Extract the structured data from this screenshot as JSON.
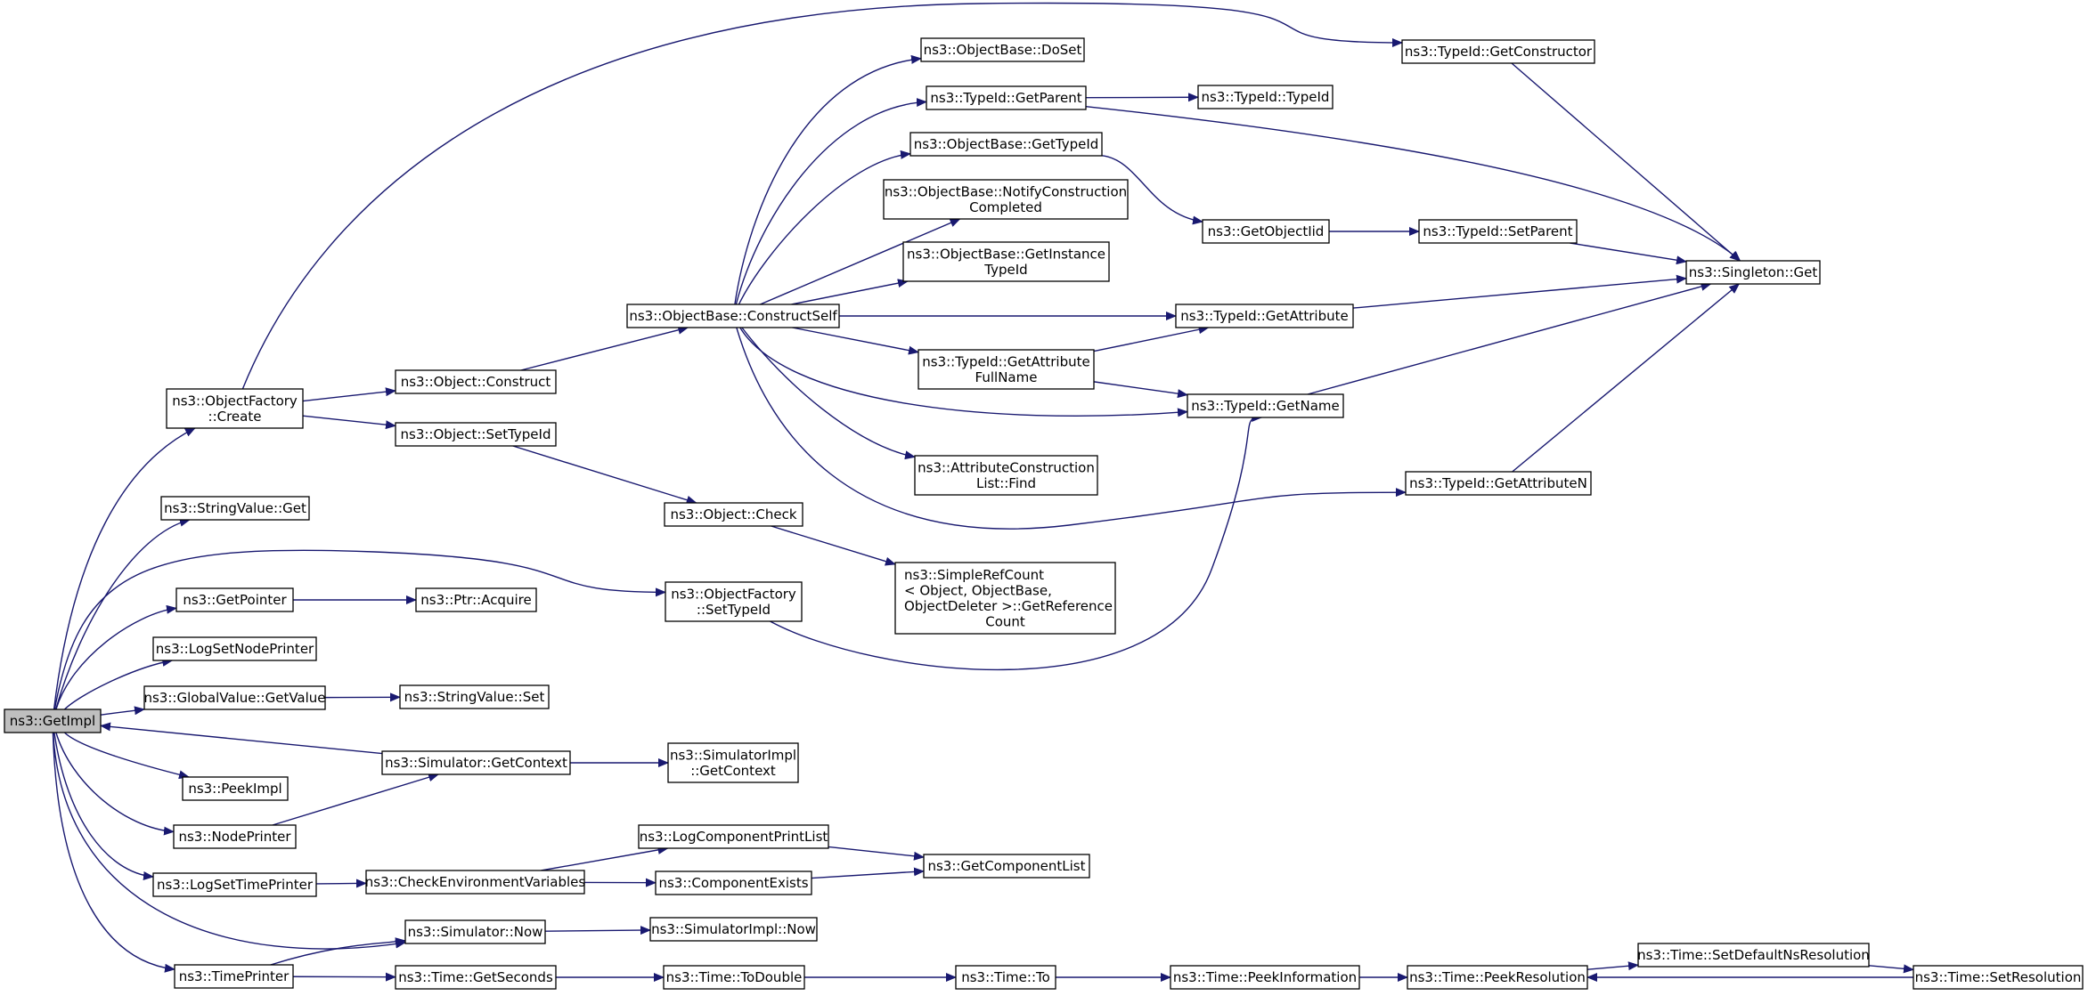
{
  "colors": {
    "edge": "#191970",
    "node_border": "#000000",
    "node_fill": "#ffffff",
    "root_fill": "#bfbfbf",
    "text": "#000000"
  },
  "nodes": [
    {
      "id": "getimpl",
      "lines": [
        "ns3::GetImpl"
      ],
      "root": true
    },
    {
      "id": "objfactory_create",
      "lines": [
        "ns3::ObjectFactory",
        "::Create"
      ]
    },
    {
      "id": "stringvalue_get",
      "lines": [
        "ns3::StringValue::Get"
      ]
    },
    {
      "id": "getpointer",
      "lines": [
        "ns3::GetPointer"
      ]
    },
    {
      "id": "logsetnodeprinter",
      "lines": [
        "ns3::LogSetNodePrinter"
      ]
    },
    {
      "id": "globalvalue_getvalue",
      "lines": [
        "ns3::GlobalValue::GetValue"
      ]
    },
    {
      "id": "peekimpl",
      "lines": [
        "ns3::PeekImpl"
      ]
    },
    {
      "id": "nodeprinter",
      "lines": [
        "ns3::NodePrinter"
      ]
    },
    {
      "id": "logsettimeprinter",
      "lines": [
        "ns3::LogSetTimePrinter"
      ]
    },
    {
      "id": "timeprinter",
      "lines": [
        "ns3::TimePrinter"
      ]
    },
    {
      "id": "object_construct",
      "lines": [
        "ns3::Object::Construct"
      ]
    },
    {
      "id": "object_settypeid",
      "lines": [
        "ns3::Object::SetTypeId"
      ]
    },
    {
      "id": "ptr_acquire",
      "lines": [
        "ns3::Ptr::Acquire"
      ]
    },
    {
      "id": "stringvalue_set",
      "lines": [
        "ns3::StringValue::Set"
      ]
    },
    {
      "id": "sim_getcontext",
      "lines": [
        "ns3::Simulator::GetContext"
      ]
    },
    {
      "id": "checkenv",
      "lines": [
        "ns3::CheckEnvironmentVariables"
      ]
    },
    {
      "id": "sim_now",
      "lines": [
        "ns3::Simulator::Now"
      ]
    },
    {
      "id": "time_getseconds",
      "lines": [
        "ns3::Time::GetSeconds"
      ]
    },
    {
      "id": "objbase_constructself",
      "lines": [
        "ns3::ObjectBase::ConstructSelf"
      ]
    },
    {
      "id": "object_check",
      "lines": [
        "ns3::Object::Check"
      ]
    },
    {
      "id": "objfactory_settypeid",
      "lines": [
        "ns3::ObjectFactory",
        "::SetTypeId"
      ]
    },
    {
      "id": "simimpl_getcontext",
      "lines": [
        "ns3::SimulatorImpl",
        "::GetContext"
      ]
    },
    {
      "id": "logcomp_printlist",
      "lines": [
        "ns3::LogComponentPrintList"
      ]
    },
    {
      "id": "componentexists",
      "lines": [
        "ns3::ComponentExists"
      ]
    },
    {
      "id": "simimpl_now",
      "lines": [
        "ns3::SimulatorImpl::Now"
      ]
    },
    {
      "id": "time_todouble",
      "lines": [
        "ns3::Time::ToDouble"
      ]
    },
    {
      "id": "objbase_doset",
      "lines": [
        "ns3::ObjectBase::DoSet"
      ]
    },
    {
      "id": "typeid_getparent",
      "lines": [
        "ns3::TypeId::GetParent"
      ]
    },
    {
      "id": "objbase_gettypeid",
      "lines": [
        "ns3::ObjectBase::GetTypeId"
      ]
    },
    {
      "id": "objbase_notify",
      "lines": [
        "ns3::ObjectBase::NotifyConstruction",
        "Completed"
      ]
    },
    {
      "id": "objbase_getinstance",
      "lines": [
        "ns3::ObjectBase::GetInstance",
        "TypeId"
      ]
    },
    {
      "id": "typeid_getattrfullname",
      "lines": [
        "ns3::TypeId::GetAttribute",
        "FullName"
      ]
    },
    {
      "id": "attrconstruction_find",
      "lines": [
        "ns3::AttributeConstruction",
        "List::Find"
      ]
    },
    {
      "id": "simplerefcount",
      "lines": [
        "ns3::SimpleRefCount",
        "< Object, ObjectBase,",
        " ObjectDeleter >::GetReference",
        "Count"
      ],
      "align": "left"
    },
    {
      "id": "getcomponentlist",
      "lines": [
        "ns3::GetComponentList"
      ]
    },
    {
      "id": "time_to",
      "lines": [
        "ns3::Time::To"
      ]
    },
    {
      "id": "typeid_typeid",
      "lines": [
        "ns3::TypeId::TypeId"
      ]
    },
    {
      "id": "getobjectiid",
      "lines": [
        "ns3::GetObjectIid"
      ]
    },
    {
      "id": "typeid_getattribute",
      "lines": [
        "ns3::TypeId::GetAttribute"
      ]
    },
    {
      "id": "typeid_getname",
      "lines": [
        "ns3::TypeId::GetName"
      ]
    },
    {
      "id": "time_peekinformation",
      "lines": [
        "ns3::Time::PeekInformation"
      ]
    },
    {
      "id": "typeid_getconstructor",
      "lines": [
        "ns3::TypeId::GetConstructor"
      ]
    },
    {
      "id": "typeid_setparent",
      "lines": [
        "ns3::TypeId::SetParent"
      ]
    },
    {
      "id": "typeid_getattributen",
      "lines": [
        "ns3::TypeId::GetAttributeN"
      ]
    },
    {
      "id": "time_peekresolution",
      "lines": [
        "ns3::Time::PeekResolution"
      ]
    },
    {
      "id": "time_setdefaultns",
      "lines": [
        "ns3::Time::SetDefaultNsResolution"
      ]
    },
    {
      "id": "singleton_get",
      "lines": [
        "ns3::Singleton::Get"
      ]
    },
    {
      "id": "time_setresolution",
      "lines": [
        "ns3::Time::SetResolution"
      ]
    }
  ],
  "edges": [
    [
      "getimpl",
      "objfactory_create"
    ],
    [
      "getimpl",
      "stringvalue_get"
    ],
    [
      "getimpl",
      "objfactory_settypeid"
    ],
    [
      "getimpl",
      "getpointer"
    ],
    [
      "getimpl",
      "logsetnodeprinter"
    ],
    [
      "getimpl",
      "globalvalue_getvalue"
    ],
    [
      "getimpl",
      "peekimpl"
    ],
    [
      "getimpl",
      "nodeprinter"
    ],
    [
      "getimpl",
      "logsettimeprinter"
    ],
    [
      "getimpl",
      "sim_now"
    ],
    [
      "getimpl",
      "timeprinter"
    ],
    [
      "sim_getcontext",
      "getimpl"
    ],
    [
      "objfactory_create",
      "typeid_getconstructor"
    ],
    [
      "objfactory_create",
      "object_construct"
    ],
    [
      "objfactory_create",
      "object_settypeid"
    ],
    [
      "object_construct",
      "objbase_constructself"
    ],
    [
      "object_settypeid",
      "object_check"
    ],
    [
      "objbase_constructself",
      "objbase_doset"
    ],
    [
      "objbase_constructself",
      "typeid_getparent"
    ],
    [
      "objbase_constructself",
      "objbase_gettypeid"
    ],
    [
      "objbase_constructself",
      "objbase_notify"
    ],
    [
      "objbase_constructself",
      "objbase_getinstance"
    ],
    [
      "objbase_constructself",
      "typeid_getattribute"
    ],
    [
      "objbase_constructself",
      "typeid_getattrfullname"
    ],
    [
      "objbase_constructself",
      "typeid_getname"
    ],
    [
      "objbase_constructself",
      "attrconstruction_find"
    ],
    [
      "objbase_constructself",
      "typeid_getattributen"
    ],
    [
      "typeid_getparent",
      "typeid_typeid"
    ],
    [
      "typeid_getparent",
      "singleton_get"
    ],
    [
      "objbase_gettypeid",
      "getobjectiid"
    ],
    [
      "getobjectiid",
      "typeid_setparent"
    ],
    [
      "typeid_setparent",
      "singleton_get"
    ],
    [
      "typeid_getattribute",
      "singleton_get"
    ],
    [
      "typeid_getattrfullname",
      "typeid_getattribute"
    ],
    [
      "typeid_getattrfullname",
      "typeid_getname"
    ],
    [
      "typeid_getname",
      "singleton_get"
    ],
    [
      "typeid_getattributen",
      "singleton_get"
    ],
    [
      "typeid_getconstructor",
      "singleton_get"
    ],
    [
      "object_check",
      "simplerefcount"
    ],
    [
      "objfactory_settypeid",
      "typeid_getname"
    ],
    [
      "getpointer",
      "ptr_acquire"
    ],
    [
      "globalvalue_getvalue",
      "stringvalue_set"
    ],
    [
      "sim_getcontext",
      "simimpl_getcontext"
    ],
    [
      "nodeprinter",
      "sim_getcontext"
    ],
    [
      "logsettimeprinter",
      "checkenv"
    ],
    [
      "checkenv",
      "logcomp_printlist"
    ],
    [
      "checkenv",
      "componentexists"
    ],
    [
      "logcomp_printlist",
      "getcomponentlist"
    ],
    [
      "componentexists",
      "getcomponentlist"
    ],
    [
      "sim_now",
      "simimpl_now"
    ],
    [
      "timeprinter",
      "sim_now"
    ],
    [
      "timeprinter",
      "time_getseconds"
    ],
    [
      "time_getseconds",
      "time_todouble"
    ],
    [
      "time_todouble",
      "time_to"
    ],
    [
      "time_to",
      "time_peekinformation"
    ],
    [
      "time_peekinformation",
      "time_peekresolution"
    ],
    [
      "time_peekresolution",
      "time_setdefaultns"
    ],
    [
      "time_setdefaultns",
      "time_setresolution"
    ],
    [
      "time_setresolution",
      "time_peekresolution"
    ]
  ]
}
